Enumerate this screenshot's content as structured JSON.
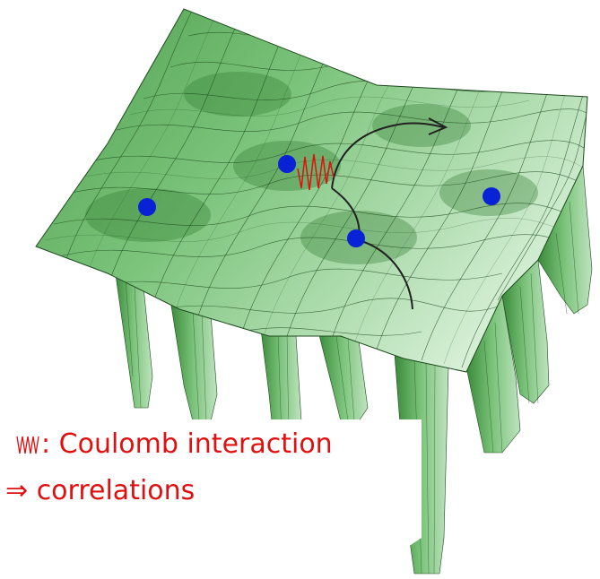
{
  "caption": {
    "line1_text": ": Coulomb interaction",
    "line2_arrow": "⇒",
    "line2_text": "correlations",
    "text_color": "#e01010"
  },
  "icons": {
    "interaction": "coulomb-wiggle-icon",
    "implies": "implies-arrow"
  },
  "colors": {
    "surface_dark": "#3f8f3f",
    "surface_mid": "#6cb86c",
    "surface_light": "#cfead0",
    "mesh_line": "#1d4a1d",
    "electron": "#0a22d6",
    "hop_arrow": "#222222",
    "interaction_wiggle": "#e01010"
  }
}
